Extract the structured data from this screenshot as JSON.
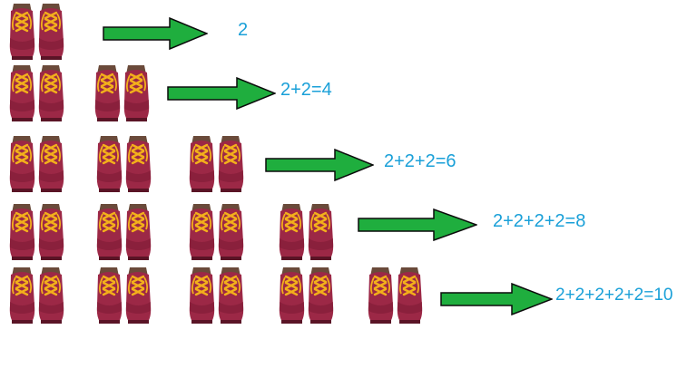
{
  "colors": {
    "boot_body": "#9c2846",
    "boot_dark": "#7e1a36",
    "boot_sole": "#5a1426",
    "boot_tongue": "#6a4a3a",
    "laces": "#f3b01b",
    "arrow_fill": "#1fae3e",
    "arrow_stroke": "#0b0b0b",
    "text": "#1aa0d8"
  },
  "icons": {
    "pair": "boot-pair-icon",
    "arrow": "right-arrow-icon"
  },
  "rows": [
    {
      "pairs": 1,
      "equation": "2"
    },
    {
      "pairs": 2,
      "equation": "2+2=4"
    },
    {
      "pairs": 3,
      "equation": "2+2+2=6"
    },
    {
      "pairs": 4,
      "equation": "2+2+2+2=8"
    },
    {
      "pairs": 5,
      "equation": "2+2+2+2+2=10"
    }
  ]
}
